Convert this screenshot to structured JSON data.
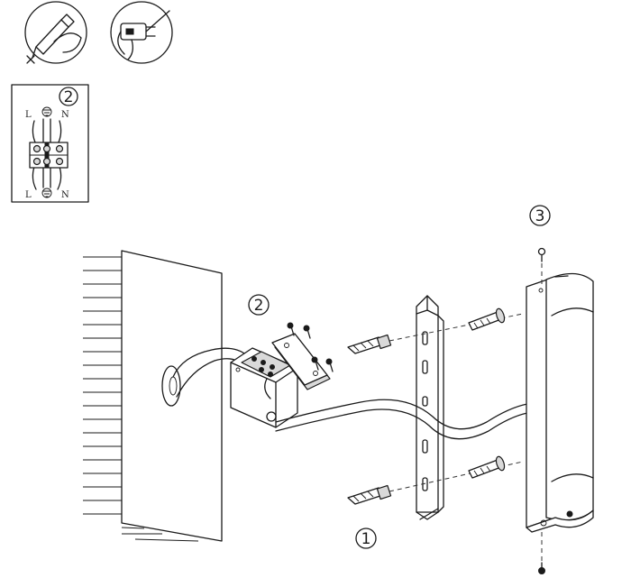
{
  "inset": {
    "step": "2",
    "top_left": "L",
    "top_right": "N",
    "bottom_left": "L",
    "bottom_right": "N"
  },
  "steps": {
    "one": "1",
    "two": "2",
    "three": "3"
  },
  "colors": {
    "ink": "#1a1a1a",
    "shade": "#d9d9d9",
    "paper": "#ffffff"
  }
}
